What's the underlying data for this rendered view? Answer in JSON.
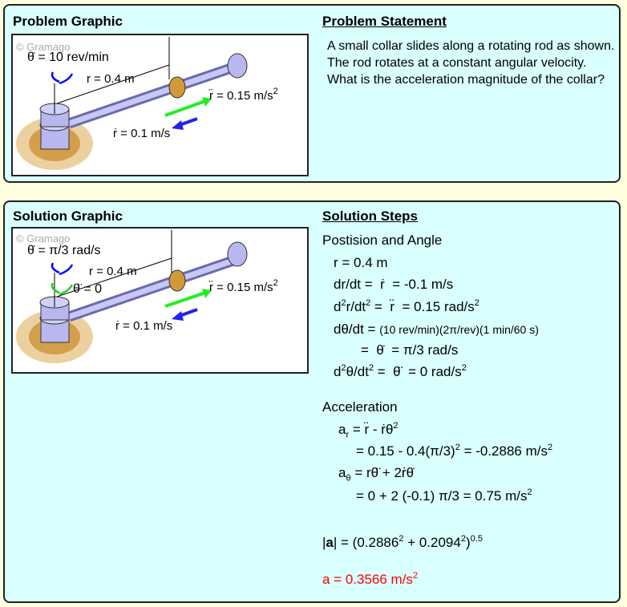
{
  "problem": {
    "graphic_title": "Problem Graphic",
    "statement_title": "Problem Statement",
    "statement": "A small collar slides along a rotating rod as shown. The rod rotates at a constant angular velocity. What is the acceleration magnitude of the collar?",
    "copyright": "© Gramago",
    "theta_dot": "θ̇ = 10 rev/min",
    "r": "r = 0.4 m",
    "r_ddot": "r̈ = 0.15 m/s",
    "r_ddot_exp": "2",
    "r_dot": "ṙ = 0.1 m/s"
  },
  "solution": {
    "graphic_title": "Solution Graphic",
    "steps_title": "Solution Steps",
    "copyright": "© Gramago",
    "theta_dot": "θ̇ = π/3 rad/s",
    "r": "r = 0.4 m",
    "theta_ddot": "θ̈ = 0",
    "r_ddot": "r̈ = 0.15 m/s",
    "r_ddot_exp": "2",
    "r_dot": "ṙ = 0.1 m/s",
    "pos_heading": "Postision and Angle",
    "l1": "r = 0.4 m",
    "l2": "dr/dt =  ṙ  = -0.1 m/s",
    "l3a": "d",
    "l3b": "2",
    "l3c": "r/dt",
    "l3d": "2",
    "l3e": " =  r̈  = 0.15 rad/s",
    "l3f": "2",
    "l4a": "dθ/dt = ",
    "l4b": "(10 rev/min)(2π/rev)(1 min/60 s)",
    "l5": "=  θ̇  = π/3 rad/s",
    "l6a": "d",
    "l6b": "2",
    "l6c": "θ/dt",
    "l6d": "2",
    "l6e": " =  θ̈  = 0 rad/s",
    "l6f": "2",
    "acc_heading": "Acceleration",
    "a1a": "a",
    "a1b": "r",
    "a1c": " = r̈ - ṙθ",
    "a1d": "2",
    "a2a": "= 0.15 - 0.4(π/3)",
    "a2b": "2",
    "a2c": " = -0.2886 m/s",
    "a2d": "2",
    "a3a": "a",
    "a3b": "θ",
    "a3c": " = rθ̈ + 2ṙθ̇",
    "a4a": "= 0 + 2 (-0.1) π/3 = 0.75 m/s",
    "a4b": "2",
    "m1": "|",
    "m2": "a",
    "m3": "| = (0.2886",
    "m4": "2",
    "m5": " + 0.2094",
    "m6": "2",
    "m7": ")",
    "m8": "0.5",
    "ans": "a = 0.3566 m/s",
    "ans_exp": "2"
  },
  "colors": {
    "background": "#ffffe0",
    "panel": "#d9ffff",
    "answer": "#ff0000"
  }
}
